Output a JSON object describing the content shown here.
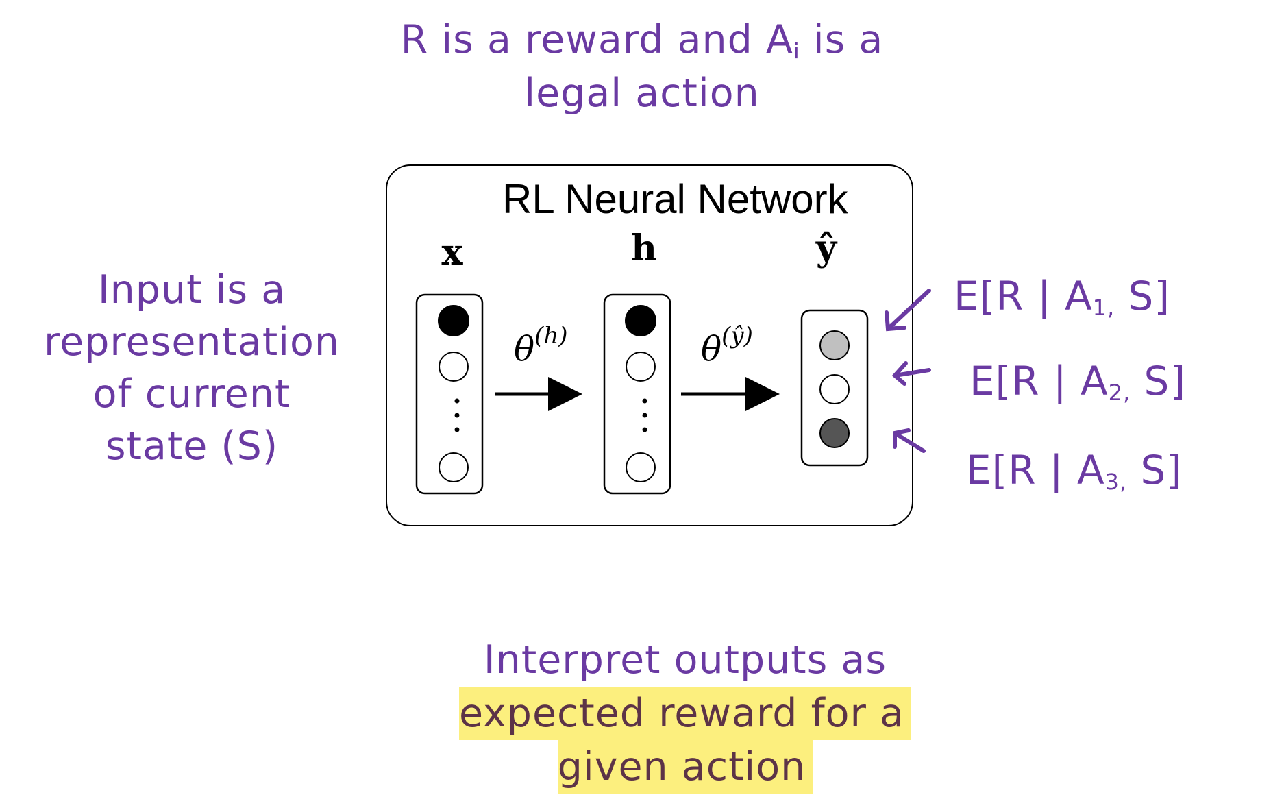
{
  "colors": {
    "annotation": "#6a3aa2",
    "highlight_text": "#5c3347",
    "highlight_bg": "#fcef7e",
    "ink": "#000000",
    "node_filled": "#000000",
    "node_empty": "#ffffff",
    "output_light": "#c0c0c0",
    "output_dark": "#555555"
  },
  "annotations": {
    "top": {
      "line1_pre": "R is a reward and A",
      "line1_sub": "i",
      "line1_post": " is a",
      "line2": "legal action"
    },
    "left": {
      "line1": "Input is a",
      "line2": "representation",
      "line3": "of current",
      "line4": "state (S)"
    },
    "bottom": {
      "line1": "Interpret outputs as",
      "line2": "expected reward for a",
      "line3": "given action"
    }
  },
  "network": {
    "title": "RL Neural Network",
    "input_label": "x",
    "hidden_label": "h",
    "output_label": "ŷ",
    "theta_hidden": {
      "base": "θ",
      "sup": "(h)"
    },
    "theta_output": {
      "base": "θ",
      "sup": "(ŷ)"
    },
    "output_nodes": [
      "light-gray",
      "white",
      "dark-gray"
    ]
  },
  "outputs": [
    {
      "pre": "E[R | A",
      "sub": "1,",
      "post": " S]"
    },
    {
      "pre": "E[R | A",
      "sub": "2,",
      "post": " S]"
    },
    {
      "pre": "E[R | A",
      "sub": "3,",
      "post": " S]"
    }
  ]
}
